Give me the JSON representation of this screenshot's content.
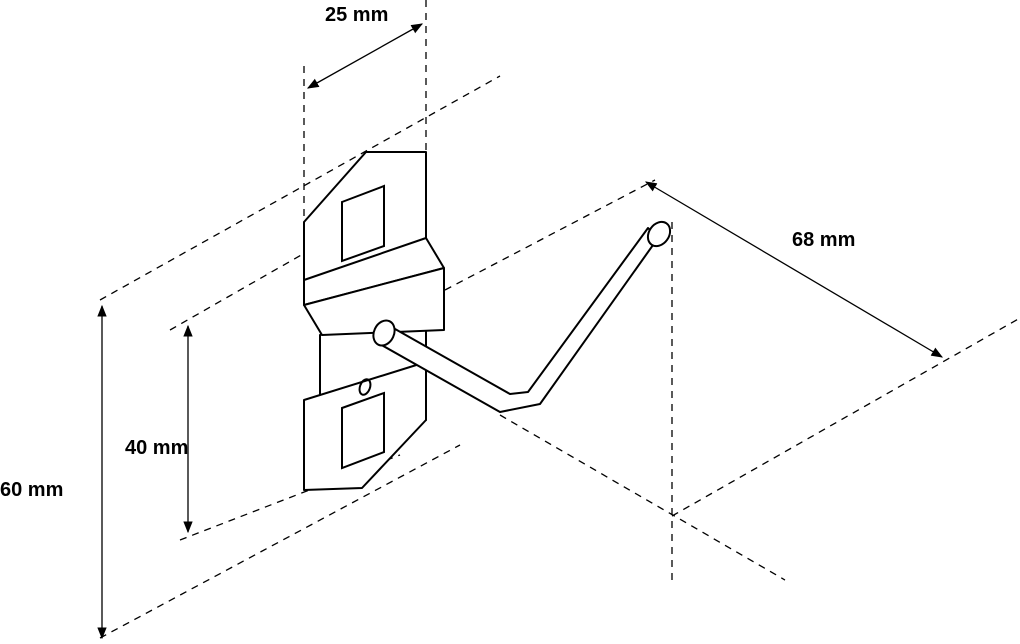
{
  "dimensions": {
    "width_label": "25 mm",
    "length_label": "68 mm",
    "height_inner_label": "40 mm",
    "height_outer_label": "60 mm"
  },
  "colors": {
    "line": "#000000",
    "background": "#ffffff"
  }
}
